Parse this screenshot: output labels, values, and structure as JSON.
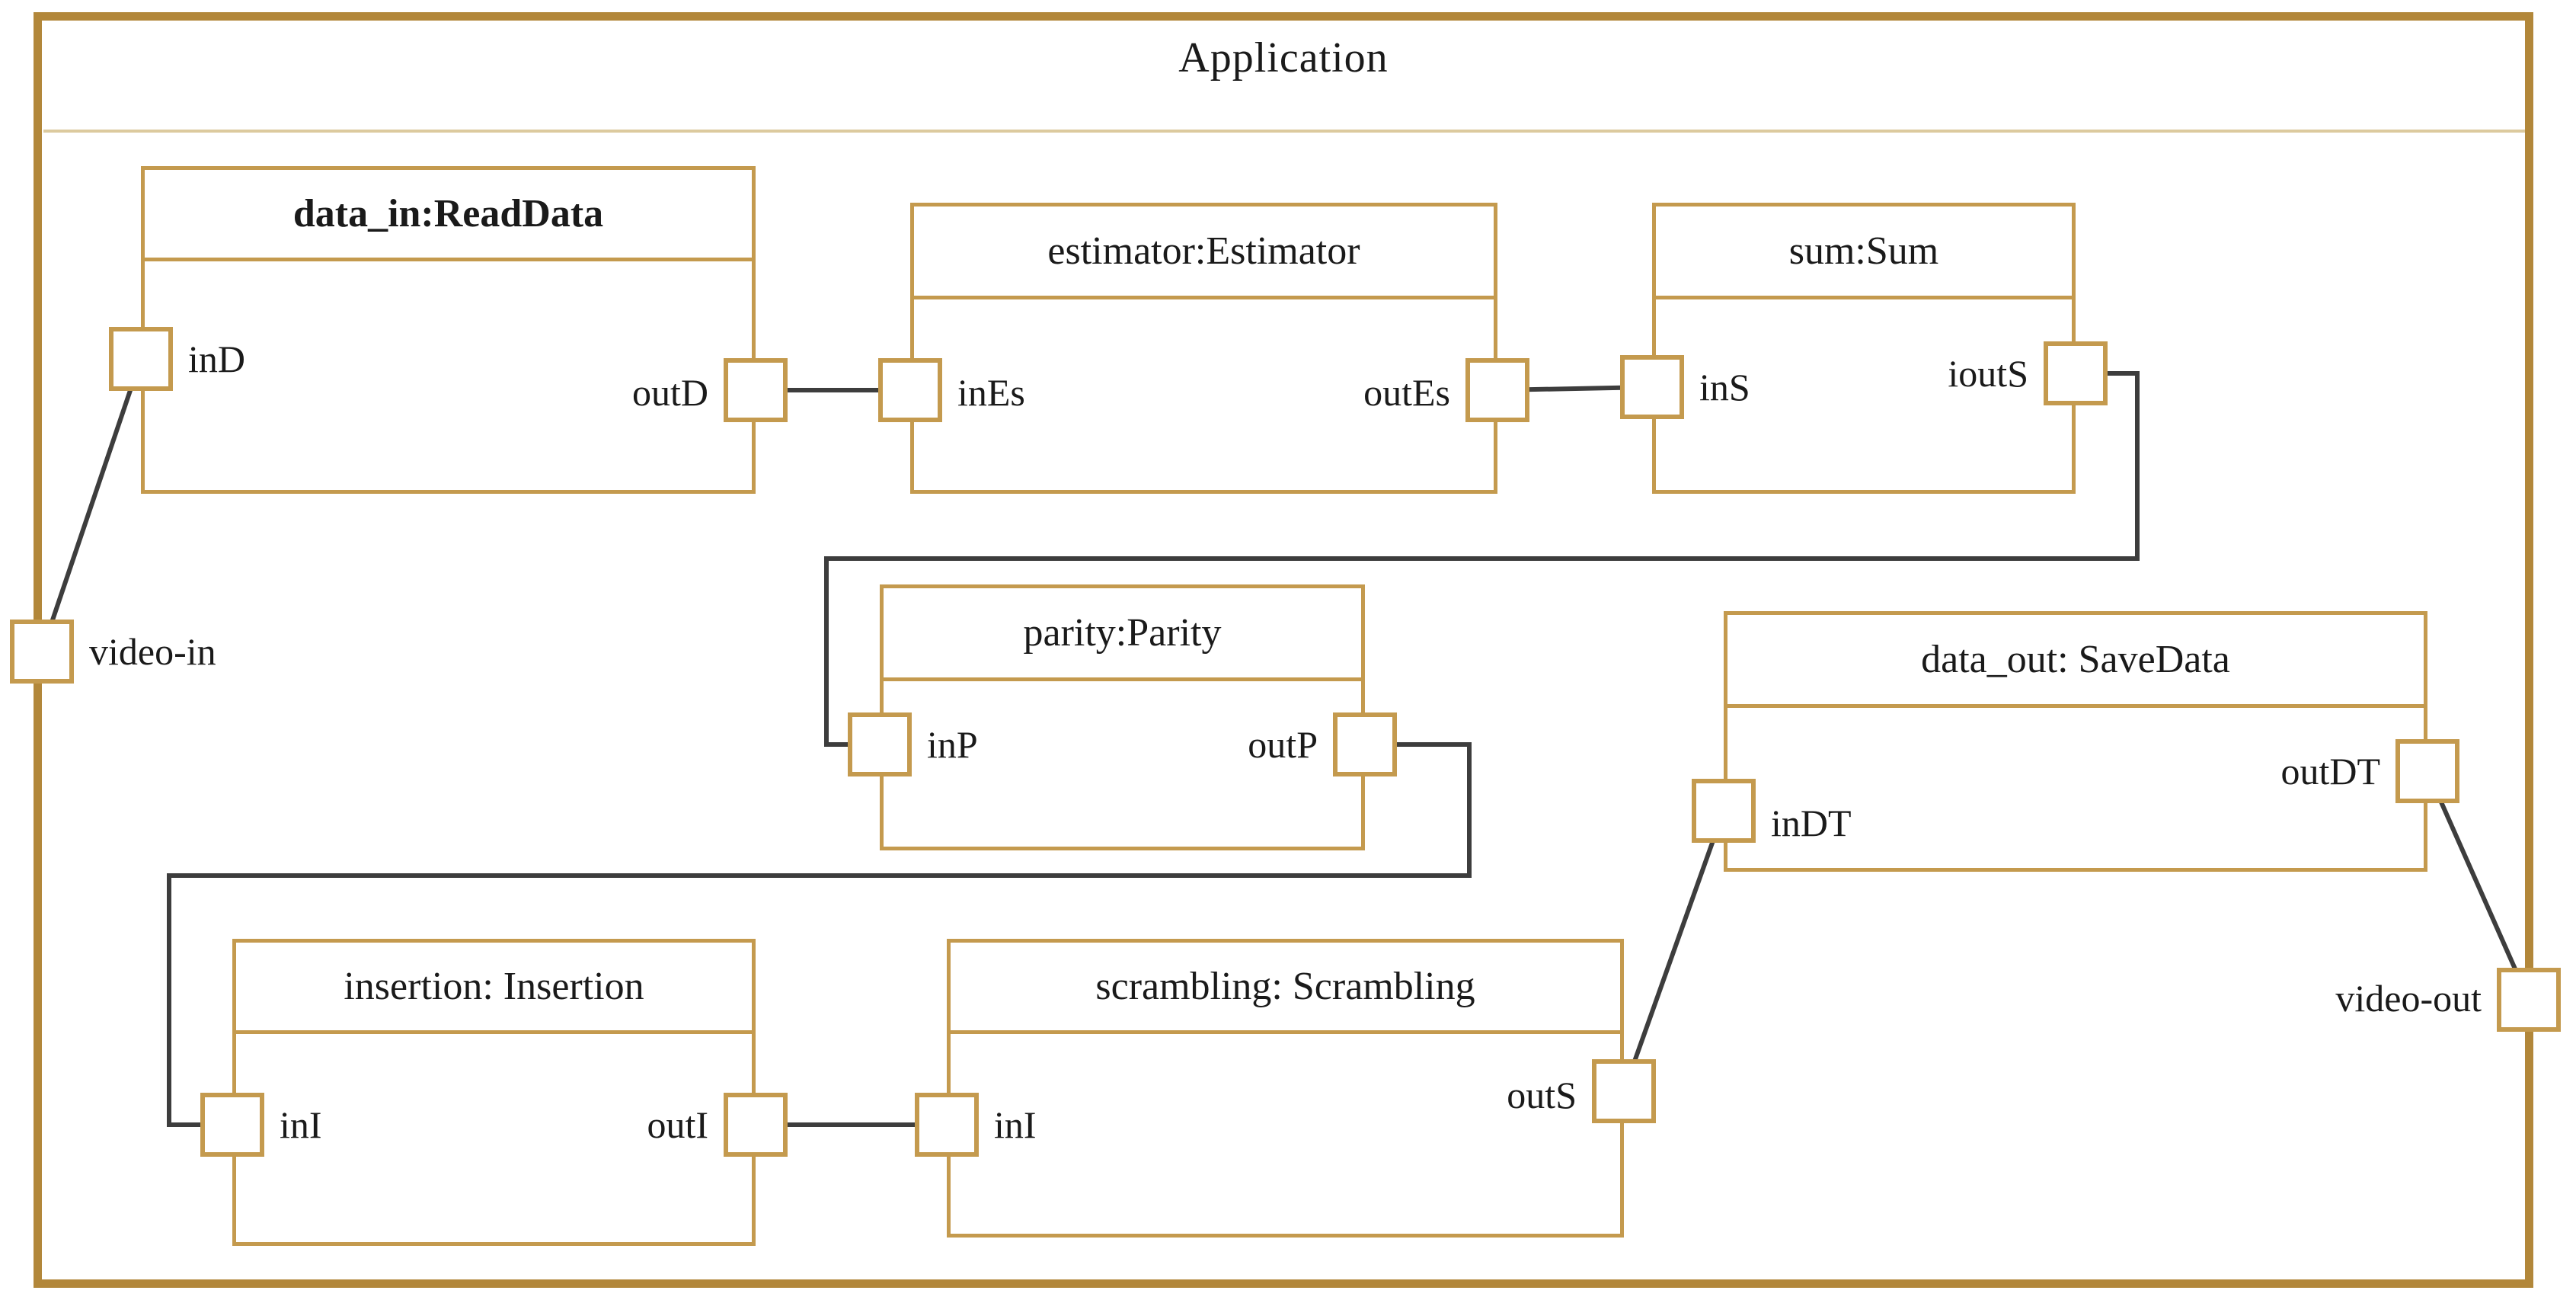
{
  "app_title": "Application",
  "components": {
    "data_in": {
      "title": "data_in:ReadData",
      "ports": {
        "in": "inD",
        "out": "outD"
      }
    },
    "estimator": {
      "title": "estimator:Estimator",
      "ports": {
        "in": "inEs",
        "out": "outEs"
      }
    },
    "sum": {
      "title": "sum:Sum",
      "ports": {
        "in": "inS",
        "out": "ioutS"
      }
    },
    "parity": {
      "title": "parity:Parity",
      "ports": {
        "in": "inP",
        "out": "outP"
      }
    },
    "data_out": {
      "title": "data_out: SaveData",
      "ports": {
        "in": "inDT",
        "out": "outDT"
      }
    },
    "insertion": {
      "title": "insertion: Insertion",
      "ports": {
        "in": "inI",
        "out": "outI"
      }
    },
    "scrambling": {
      "title": "scrambling: Scrambling",
      "ports": {
        "in": "inI",
        "out": "outS"
      }
    }
  },
  "external_ports": {
    "input": "video-in",
    "output": "video-out"
  },
  "connections": [
    {
      "from": "video-in",
      "to": "data_in.inD"
    },
    {
      "from": "data_in.outD",
      "to": "estimator.inEs"
    },
    {
      "from": "estimator.outEs",
      "to": "sum.inS"
    },
    {
      "from": "sum.ioutS",
      "to": "parity.inP"
    },
    {
      "from": "parity.outP",
      "to": "insertion.inI"
    },
    {
      "from": "insertion.outI",
      "to": "scrambling.inI"
    },
    {
      "from": "scrambling.outS",
      "to": "data_out.inDT"
    },
    {
      "from": "data_out.outDT",
      "to": "video-out"
    }
  ],
  "colors": {
    "frame_border": "#B2873A",
    "component_border": "#C49A4E",
    "header_separator": "#DCCA9E",
    "connector": "#3D3D3D",
    "text": "#1A1A1A",
    "background": "#FFFFFF"
  }
}
